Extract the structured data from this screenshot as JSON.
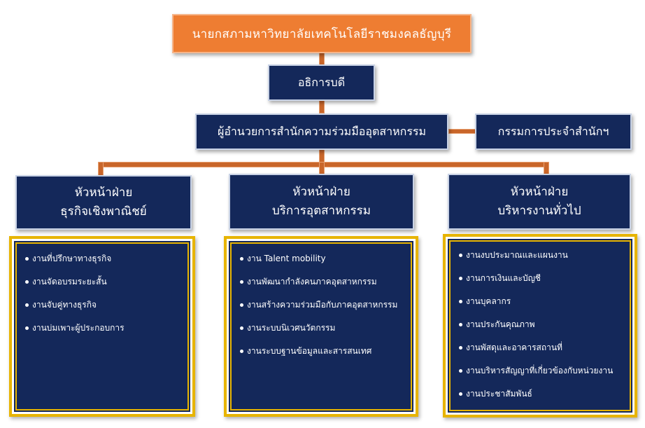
{
  "top": {
    "label": "นายกสภามหาวิทยาลัยเทคโนโลยีราชมงคลธัญบุรี"
  },
  "president": {
    "label": "อธิการบดี"
  },
  "director": {
    "label": "ผู้อำนวยการสำนักความร่วมมืออุตสาหกรรม"
  },
  "committee": {
    "label": "กรรมการประจำสำนักฯ"
  },
  "departments": [
    {
      "line1": "หัวหน้าฝ่าย",
      "line2": "ธุรกิจเชิงพาณิชย์",
      "items": [
        "งานที่ปรึกษาทางธุรกิจ",
        "งานจัดอบรมระยะสั้น",
        "งานจับคู่ทางธุรกิจ",
        "งานบ่มเพาะผู้ประกอบการ"
      ]
    },
    {
      "line1": "หัวหน้าฝ่าย",
      "line2": "บริการอุตสาหกรรม",
      "items": [
        "งาน Talent mobility",
        "งานพัฒนากำลังคนภาคอุตสาหกรรม",
        "งานสร้างความร่วมมือกับภาคอุตสาหกรรม",
        "งานระบบนิเวศนวัตกรรม",
        "งานระบบฐานข้อมูลและสารสนเทศ"
      ]
    },
    {
      "line1": "หัวหน้าฝ่าย",
      "line2": "บริหารงานทั่วไป",
      "items": [
        "งานงบประมาณและแผนงาน",
        "งานการเงินและบัญชี",
        "งานบุคลากร",
        "งานประกันคุณภาพ",
        "งานพัสดุและอาคารสถานที่",
        "งานบริหารสัญญาที่เกี่ยวข้องกับหน่วยงาน",
        "งานประชาสัมพันธ์"
      ]
    }
  ],
  "colors": {
    "top_box": "#ee7d32",
    "navy_box": "#14285a",
    "panel_border": "#e7b400",
    "connector": "#c9662a"
  }
}
